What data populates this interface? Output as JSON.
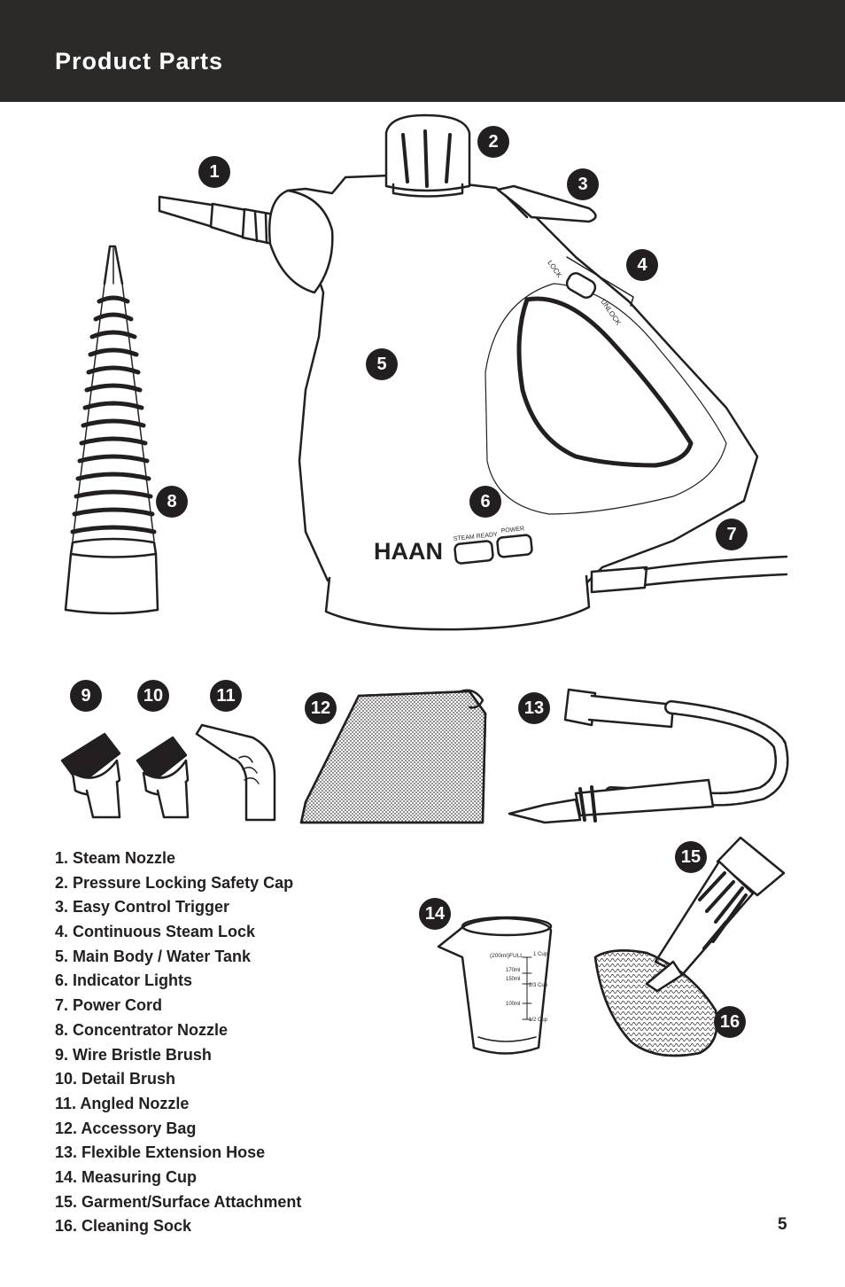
{
  "header": {
    "title": "Product Parts"
  },
  "product": {
    "brand": "HAAN",
    "lock_label": "LOCK",
    "unlock_label": "UNLOCK",
    "steam_ready_label": "STEAM READY",
    "power_label": "POWER"
  },
  "cup_markings": {
    "full": "(200ml)FULL",
    "one_cup": "1 Cup",
    "m170": "170ml",
    "m150": "150ml",
    "two_thirds": "2/3 Cup",
    "m100": "100ml",
    "half": "1/2 Cup"
  },
  "callouts": [
    "1",
    "2",
    "3",
    "4",
    "5",
    "6",
    "7",
    "8",
    "9",
    "10",
    "11",
    "12",
    "13",
    "14",
    "15",
    "16"
  ],
  "parts": [
    "1. Steam Nozzle",
    "2. Pressure Locking Safety Cap",
    "3. Easy Control Trigger",
    "4. Continuous Steam Lock",
    "5. Main Body / Water Tank",
    "6. Indicator Lights",
    "7. Power Cord",
    "8. Concentrator Nozzle",
    "9. Wire Bristle Brush",
    "10. Detail Brush",
    "11. Angled Nozzle",
    "12. Accessory Bag",
    "13. Flexible Extension Hose",
    "14. Measuring Cup",
    "15. Garment/Surface Attachment",
    "16. Cleaning Sock"
  ],
  "page_number": "5",
  "colors": {
    "header_bg": "#2b2a29",
    "ink": "#231f20",
    "paper": "#ffffff"
  }
}
